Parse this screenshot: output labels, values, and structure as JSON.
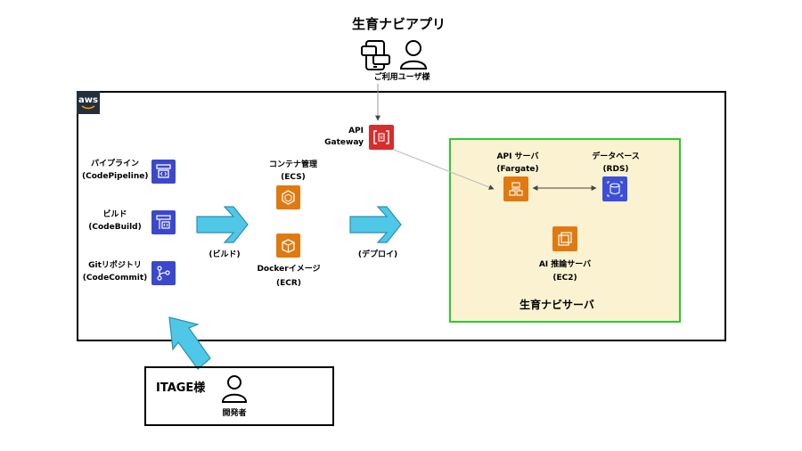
{
  "app": {
    "title": "生育ナビアプリ",
    "user_label": "ご利用ユーザ様"
  },
  "aws": {
    "badge": "aws",
    "api_gateway_label": "API\nGateway"
  },
  "pipeline": {
    "pipeline_label": "パイプライン",
    "pipeline_sub": "(CodePipeline)",
    "build_label": "ビルド",
    "build_sub": "(CodeBuild)",
    "repo_label": "Gitリポジトリ",
    "repo_sub": "(CodeCommit)"
  },
  "containers": {
    "ecs_label": "コンテナ管理",
    "ecs_sub": "(ECS)",
    "ecr_label": "Dockerイメージ",
    "ecr_sub": "(ECR)"
  },
  "arrows": {
    "build_caption": "(ビルド)",
    "deploy_caption": "(デプロイ)"
  },
  "server": {
    "title": "生育ナビサーバ",
    "api_label": "API サーバ",
    "api_sub": "(Fargate)",
    "db_label": "データベース",
    "db_sub": "(RDS)",
    "ai_label": "AI 推論サーバ",
    "ai_sub": "(EC2)"
  },
  "developer": {
    "org": "ITAGE様",
    "role": "開発者"
  },
  "colors": {
    "aws_border": "#000000",
    "server_border": "#2ec82e",
    "server_fill": "#fbf2d2",
    "arrow_fill": "#4fc8e8",
    "arrow_stroke": "#2a8fb0",
    "icon_blue": "#3b48cc",
    "icon_orange": "#e07a10",
    "icon_red": "#d62d2d"
  }
}
